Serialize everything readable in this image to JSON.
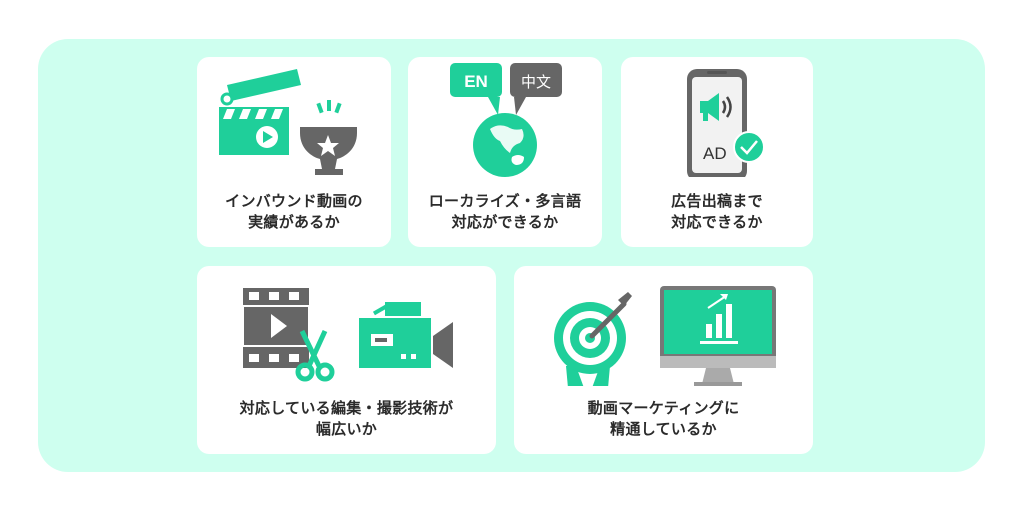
{
  "colors": {
    "panel_bg": "#ceffef",
    "card_bg": "#ffffff",
    "accent_green": "#1fcf9a",
    "icon_gray": "#666666",
    "text": "#2b2b2b"
  },
  "cards": [
    {
      "id": "inbound",
      "lines": [
        "インバウンド動画の",
        "実績があるか"
      ],
      "icons": [
        "clapperboard-icon",
        "trophy-icon"
      ]
    },
    {
      "id": "localize",
      "lines": [
        "ローカライズ・多言語",
        "対応ができるか"
      ],
      "icons": [
        "speech-bubble-en-icon",
        "speech-bubble-zh-icon",
        "globe-icon"
      ],
      "bubble_en": "EN",
      "bubble_zh": "中文"
    },
    {
      "id": "ads",
      "lines": [
        "広告出稿まで",
        "対応できるか"
      ],
      "icons": [
        "smartphone-icon",
        "megaphone-icon",
        "check-circle-icon"
      ],
      "ad_text": "AD"
    },
    {
      "id": "editing",
      "lines": [
        "対応している編集・撮影技術が",
        "幅広いか"
      ],
      "icons": [
        "film-strip-icon",
        "scissors-icon",
        "video-camera-icon"
      ]
    },
    {
      "id": "marketing",
      "lines": [
        "動画マーケティングに",
        "精通しているか"
      ],
      "icons": [
        "target-icon",
        "monitor-chart-icon"
      ]
    }
  ]
}
